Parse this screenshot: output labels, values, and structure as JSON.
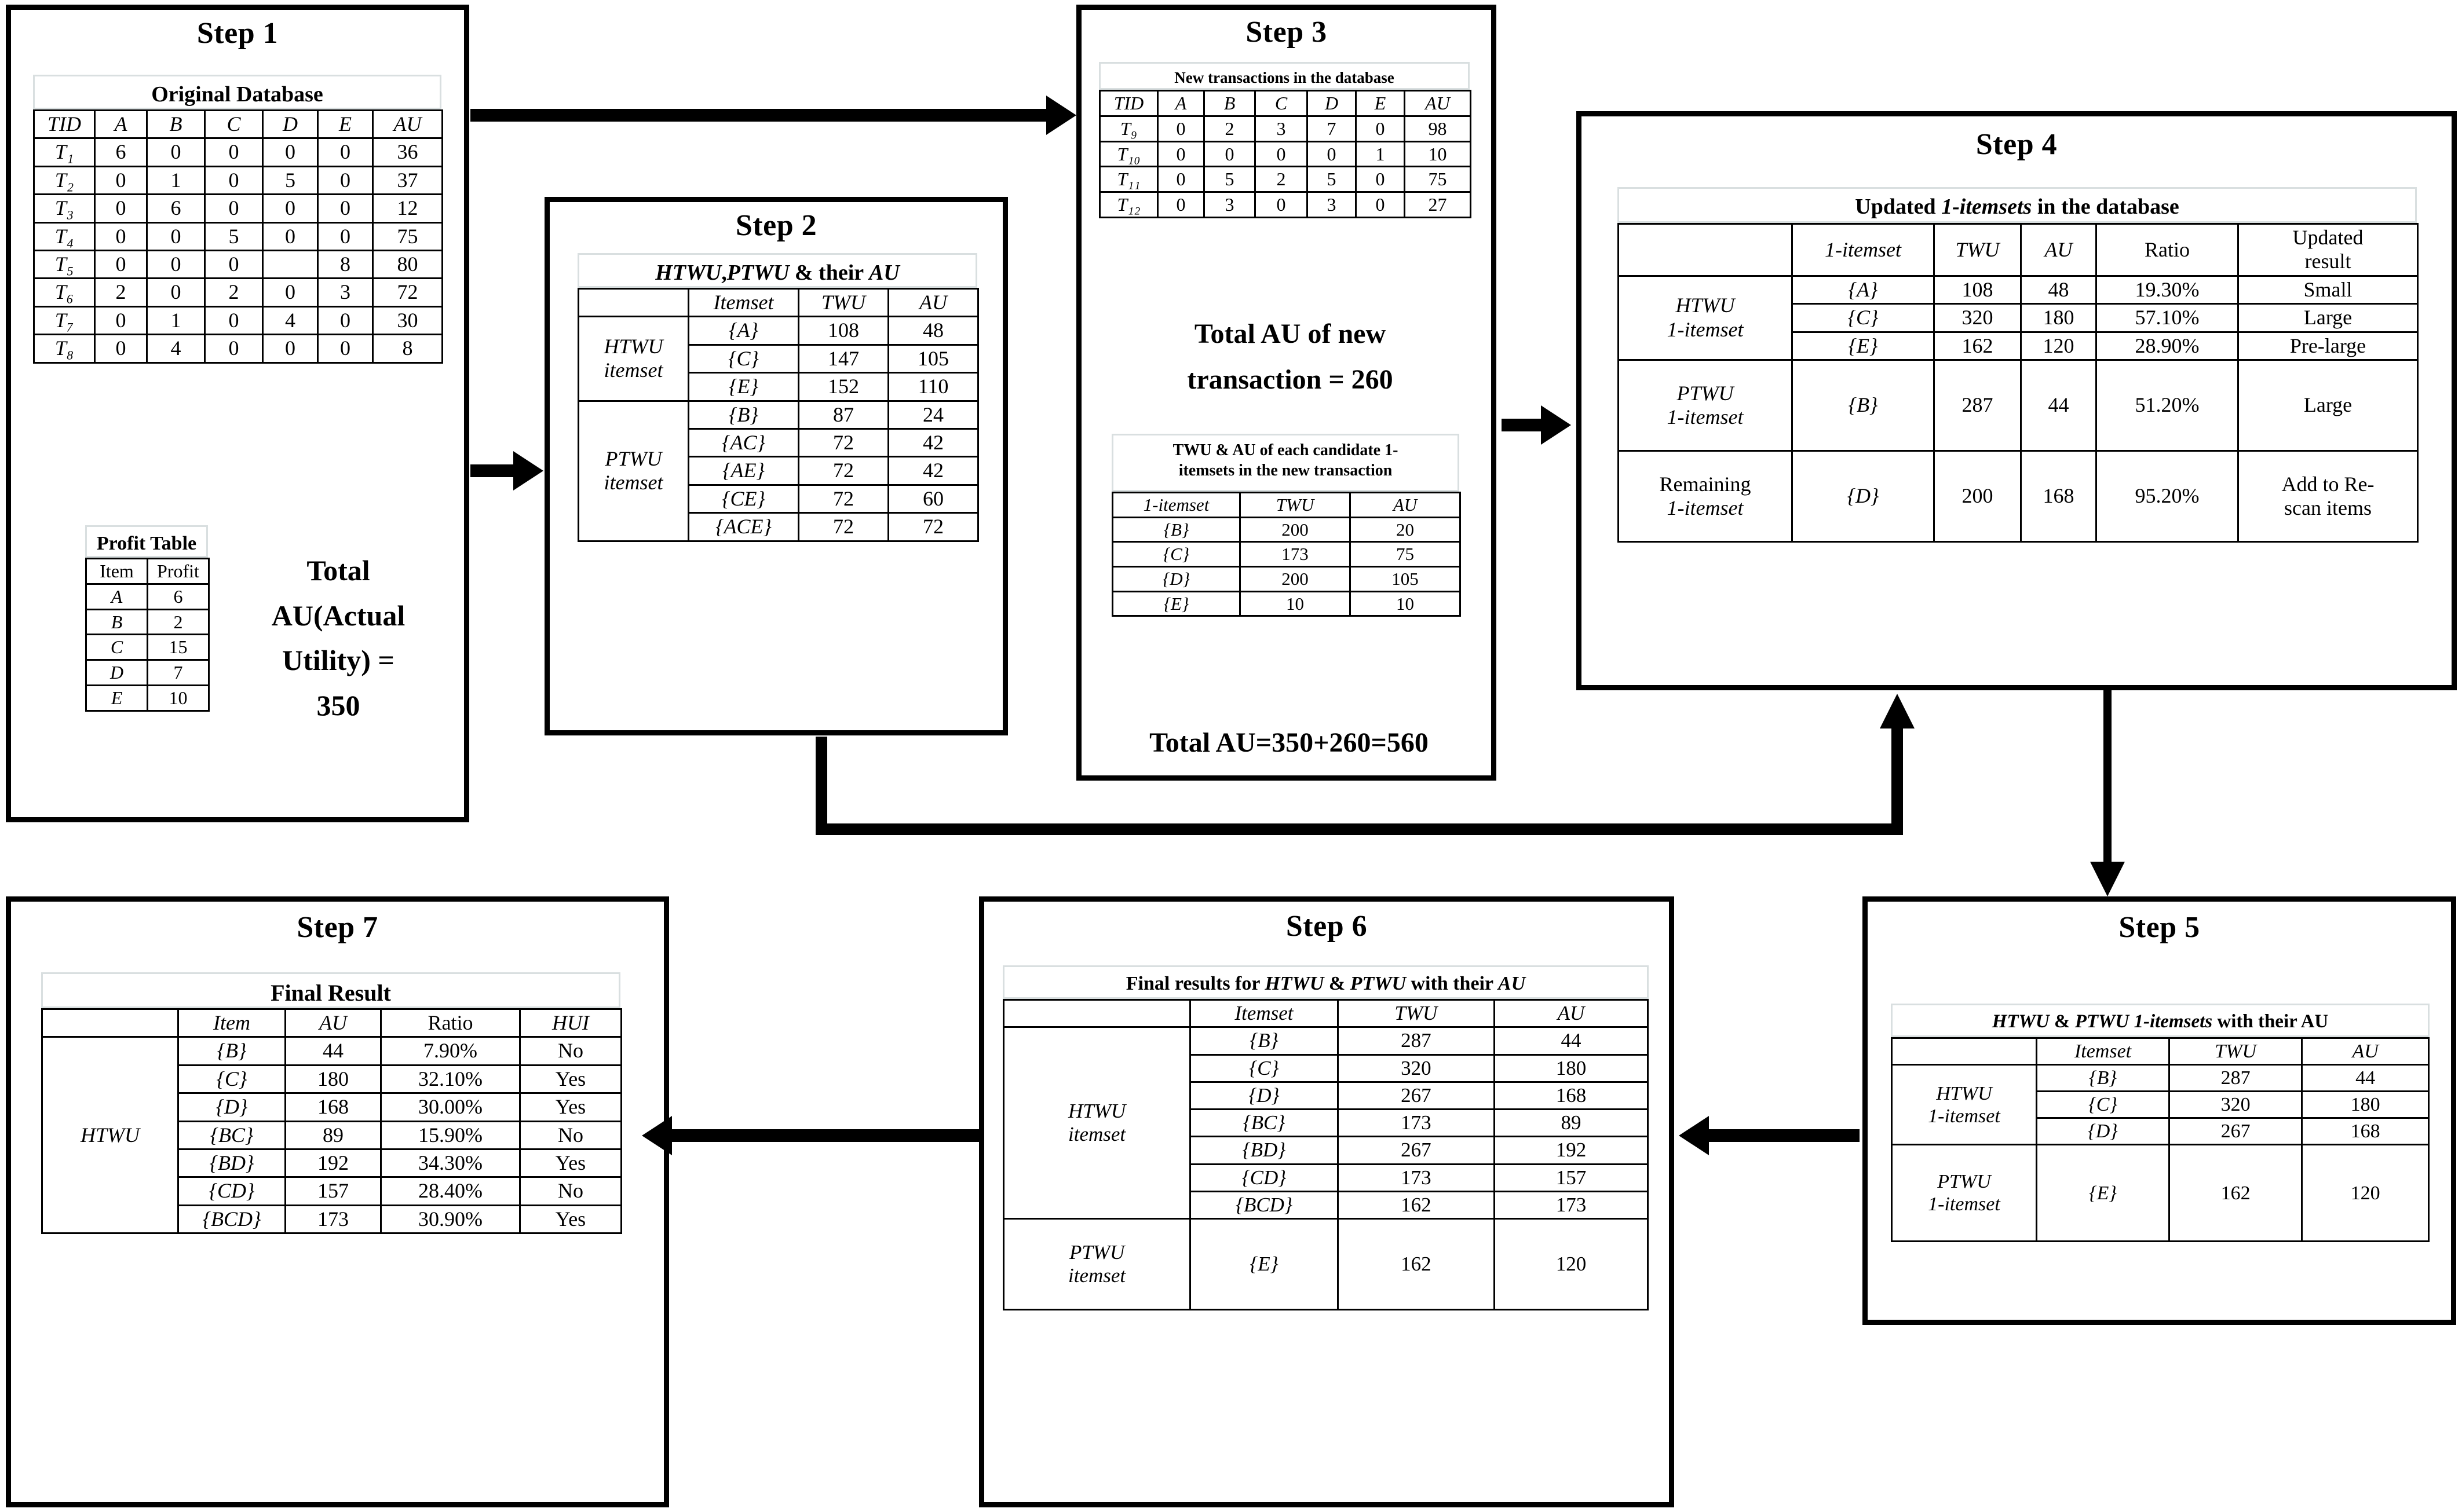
{
  "steps": {
    "s1": {
      "title": "Step 1",
      "caption": "Original Database",
      "headers": [
        "TID",
        "A",
        "B",
        "C",
        "D",
        "E",
        "AU"
      ],
      "rows": [
        [
          "T₁",
          "6",
          "0",
          "0",
          "0",
          "0",
          "36"
        ],
        [
          "T₂",
          "0",
          "1",
          "0",
          "5",
          "0",
          "37"
        ],
        [
          "T₃",
          "0",
          "6",
          "0",
          "0",
          "0",
          "12"
        ],
        [
          "T₄",
          "0",
          "0",
          "5",
          "0",
          "0",
          "75"
        ],
        [
          "T₅",
          "0",
          "0",
          "0",
          "",
          "8",
          "80"
        ],
        [
          "T₆",
          "2",
          "0",
          "2",
          "0",
          "3",
          "72"
        ],
        [
          "T₇",
          "0",
          "1",
          "0",
          "4",
          "0",
          "30"
        ],
        [
          "T₈",
          "0",
          "4",
          "0",
          "0",
          "0",
          "8"
        ]
      ],
      "profit_caption": "Profit Table",
      "profit_headers": [
        "Item",
        "Profit"
      ],
      "profit_rows": [
        [
          "A",
          "6"
        ],
        [
          "B",
          "2"
        ],
        [
          "C",
          "15"
        ],
        [
          "D",
          "7"
        ],
        [
          "E",
          "10"
        ]
      ],
      "note_line1": "Total",
      "note_line2": "AU(Actual",
      "note_line3": "Utility) =",
      "note_line4": "350"
    },
    "s2": {
      "title": "Step 2",
      "caption_html": "<i>HTWU</i>,<i>PTWU</i> &amp; their <i>AU</i>",
      "headers": [
        "",
        "Itemset",
        "TWU",
        "AU"
      ],
      "group1": "HTWU itemset",
      "group1_l1": "HTWU",
      "group1_l2": "itemset",
      "group2_l1": "PTWU",
      "group2_l2": "itemset",
      "rows_g1": [
        [
          "{A}",
          "108",
          "48"
        ],
        [
          "{C}",
          "147",
          "105"
        ],
        [
          "{E}",
          "152",
          "110"
        ]
      ],
      "rows_g2": [
        [
          "{B}",
          "87",
          "24"
        ],
        [
          "{AC}",
          "72",
          "42"
        ],
        [
          "{AE}",
          "72",
          "42"
        ],
        [
          "{CE}",
          "72",
          "60"
        ],
        [
          "{ACE}",
          "72",
          "72"
        ]
      ]
    },
    "s3": {
      "title": "Step 3",
      "caption": "New transactions in the database",
      "headers": [
        "TID",
        "A",
        "B",
        "C",
        "D",
        "E",
        "AU"
      ],
      "rows": [
        [
          "T₉",
          "0",
          "2",
          "3",
          "7",
          "0",
          "98"
        ],
        [
          "T₁₀",
          "0",
          "0",
          "0",
          "0",
          "1",
          "10"
        ],
        [
          "T₁₁",
          "0",
          "5",
          "2",
          "5",
          "0",
          "75"
        ],
        [
          "T₁₂",
          "0",
          "3",
          "0",
          "3",
          "0",
          "27"
        ]
      ],
      "total_new_l1": "Total AU of new",
      "total_new_l2": "transaction = 260",
      "caption2_l1": "TWU & AU of each candidate 1-",
      "caption2_l2": "itemsets in the new transaction",
      "headers2": [
        "1-itemset",
        "TWU",
        "AU"
      ],
      "rows2": [
        [
          "{B}",
          "200",
          "20"
        ],
        [
          "{C}",
          "173",
          "75"
        ],
        [
          "{D}",
          "200",
          "105"
        ],
        [
          "{E}",
          "10",
          "10"
        ]
      ],
      "total_all": "Total AU=350+260=560"
    },
    "s4": {
      "title": "Step 4",
      "caption_html": "Updated <i>1-itemsets</i> in the database",
      "headers": [
        "",
        "1-itemset",
        "TWU",
        "AU",
        "Ratio",
        "Updated result"
      ],
      "h_updated_l1": "Updated",
      "h_updated_l2": "result",
      "g1_l1": "HTWU",
      "g1_l2": "1-itemset",
      "g2_l1": "PTWU",
      "g2_l2": "1-itemset",
      "g3_l1": "Remaining",
      "g3_l2": "1-itemset",
      "rows_g1": [
        [
          "{A}",
          "108",
          "48",
          "19.30%",
          "Small"
        ],
        [
          "{C}",
          "320",
          "180",
          "57.10%",
          "Large"
        ],
        [
          "{E}",
          "162",
          "120",
          "28.90%",
          "Pre-large"
        ]
      ],
      "row_g2": [
        "{B}",
        "287",
        "44",
        "51.20%",
        "Large"
      ],
      "row_g3": [
        "{D}",
        "200",
        "168",
        "95.20%",
        "Add to Re-scan items"
      ],
      "row_g3_res_l1": "Add to Re-",
      "row_g3_res_l2": "scan items"
    },
    "s5": {
      "title": "Step 5",
      "caption_html": "<i>HTWU</i> &amp; <i>PTWU 1-itemsets</i> with their AU",
      "headers": [
        "",
        "Itemset",
        "TWU",
        "AU"
      ],
      "g1_l1": "HTWU",
      "g1_l2": "1-itemset",
      "g2_l1": "PTWU",
      "g2_l2": "1-itemset",
      "rows_g1": [
        [
          "{B}",
          "287",
          "44"
        ],
        [
          "{C}",
          "320",
          "180"
        ],
        [
          "{D}",
          "267",
          "168"
        ]
      ],
      "row_g2": [
        "{E}",
        "162",
        "120"
      ]
    },
    "s6": {
      "title": "Step 6",
      "caption_html": "Final results for <i>HTWU</i> &amp; <i>PTWU</i> with their <i>AU</i>",
      "headers": [
        "",
        "Itemset",
        "TWU",
        "AU"
      ],
      "g1_l1": "HTWU",
      "g1_l2": "itemset",
      "g2_l1": "PTWU",
      "g2_l2": "itemset",
      "rows_g1": [
        [
          "{B}",
          "287",
          "44"
        ],
        [
          "{C}",
          "320",
          "180"
        ],
        [
          "{D}",
          "267",
          "168"
        ],
        [
          "{BC}",
          "173",
          "89"
        ],
        [
          "{BD}",
          "267",
          "192"
        ],
        [
          "{CD}",
          "173",
          "157"
        ],
        [
          "{BCD}",
          "162",
          "173"
        ]
      ],
      "row_g2": [
        "{E}",
        "162",
        "120"
      ]
    },
    "s7": {
      "title": "Step 7",
      "caption": "Final Result",
      "headers": [
        "",
        "Item",
        "AU",
        "Ratio",
        "HUI"
      ],
      "group_label": "HTWU",
      "rows": [
        [
          "{B}",
          "44",
          "7.90%",
          "No"
        ],
        [
          "{C}",
          "180",
          "32.10%",
          "Yes"
        ],
        [
          "{D}",
          "168",
          "30.00%",
          "Yes"
        ],
        [
          "{BC}",
          "89",
          "15.90%",
          "No"
        ],
        [
          "{BD}",
          "192",
          "34.30%",
          "Yes"
        ],
        [
          "{CD}",
          "157",
          "28.40%",
          "No"
        ],
        [
          "{BCD}",
          "173",
          "30.90%",
          "Yes"
        ]
      ]
    }
  },
  "arrows": [
    {
      "name": "arrow-step1-to-step3",
      "dir": "right"
    },
    {
      "name": "arrow-step1-to-step2",
      "dir": "right"
    },
    {
      "name": "arrow-step3-to-step4",
      "dir": "right"
    },
    {
      "name": "arrow-step2-to-step4",
      "dir": "up"
    },
    {
      "name": "arrow-step4-to-step5",
      "dir": "down"
    },
    {
      "name": "arrow-step5-to-step6",
      "dir": "left"
    },
    {
      "name": "arrow-step6-to-step7",
      "dir": "left"
    }
  ],
  "colors": {
    "ink": "#000000",
    "caption_border": "#d9dfe0",
    "background": "#ffffff"
  }
}
